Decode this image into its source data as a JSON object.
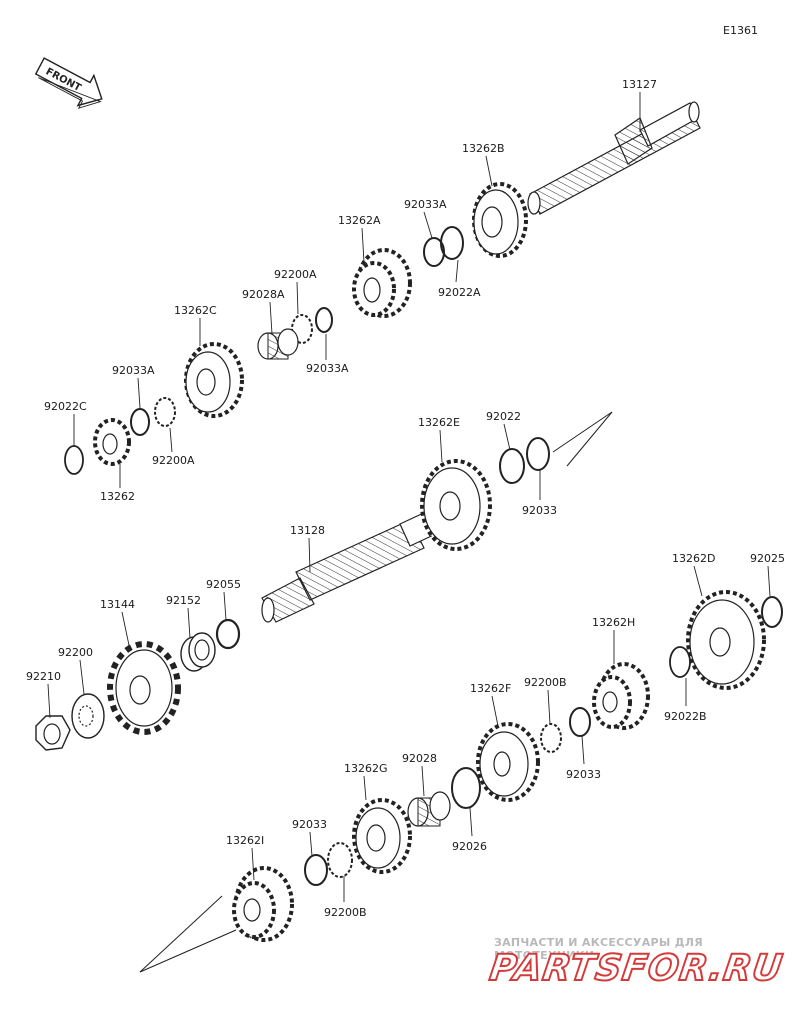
{
  "figure_code": "E1361",
  "front_arrow_label": "FRONT",
  "watermark": {
    "line1": "ЗАПЧАСТИ И АКСЕССУАРЫ ДЛЯ МОТОТЕХНИКИ",
    "brand": "PARTSFOR.RU"
  },
  "parts": {
    "p13127": "13127",
    "p13262B": "13262B",
    "p92033A_1": "92033A",
    "p13262A": "13262A",
    "p92022A": "92022A",
    "p92200A_1": "92200A",
    "p92028A": "92028A",
    "p13262C": "13262C",
    "p92033A_2": "92033A",
    "p92033A_3": "92033A",
    "p92022C": "92022C",
    "p92200A_2": "92200A",
    "p13262": "13262",
    "p13262E": "13262E",
    "p92022": "92022",
    "p92033_1": "92033",
    "p13128": "13128",
    "p92055": "92055",
    "p13144": "13144",
    "p92152": "92152",
    "p92200": "92200",
    "p92210": "92210",
    "p13262D": "13262D",
    "p92025": "92025",
    "p13262H": "13262H",
    "p92200B_1": "92200B",
    "p13262F": "13262F",
    "p92022B": "92022B",
    "p92033_2": "92033",
    "p92028": "92028",
    "p13262G": "13262G",
    "p92026": "92026",
    "p92033_3": "92033",
    "p13262I": "13262I",
    "p92200B_2": "92200B"
  }
}
